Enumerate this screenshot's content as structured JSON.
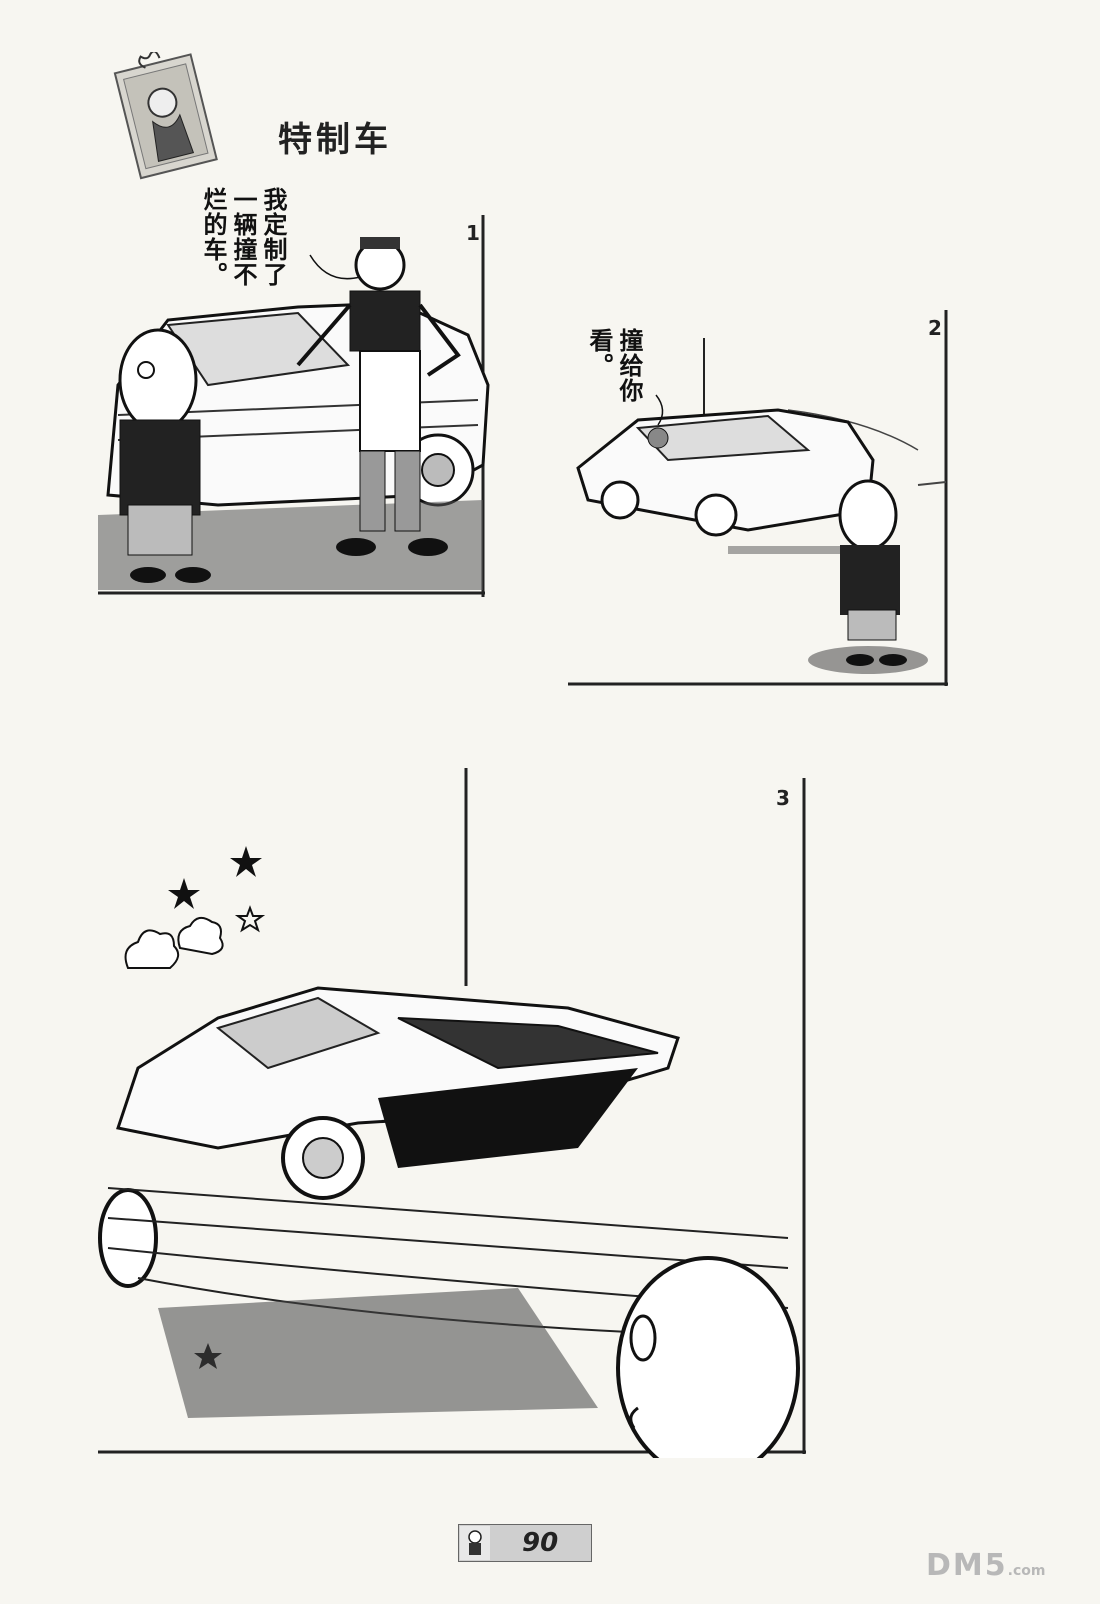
{
  "page": {
    "title": "特制车",
    "page_number": "90",
    "watermark_main": "DM5",
    "watermark_suffix": ".com"
  },
  "panels": [
    {
      "number": "1",
      "speech": "我定制了一辆撞不烂的车。"
    },
    {
      "number": "2",
      "speech": "撞给你看。"
    },
    {
      "number": "3",
      "speech": ""
    }
  ],
  "icons": {
    "logo": "character-photo-icon",
    "footer": "character-thumbnail-icon"
  }
}
